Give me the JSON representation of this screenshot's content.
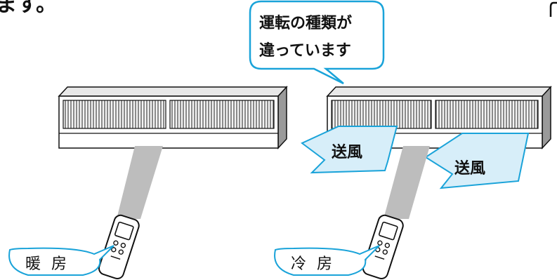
{
  "header": {
    "fragment": "ます。"
  },
  "callout": {
    "line1": "運転の種類が",
    "line2": "違っています"
  },
  "left_unit": {
    "mode_label": "暖 房"
  },
  "right_unit": {
    "mode_label": "冷 房",
    "airflow_left": "送風",
    "airflow_right": "送風"
  },
  "colors": {
    "callout_border": "#1aa3d9",
    "airflow_fill": "#d7eef9",
    "airflow_border": "#1aa3d9",
    "beam": "#bdbdbd"
  }
}
